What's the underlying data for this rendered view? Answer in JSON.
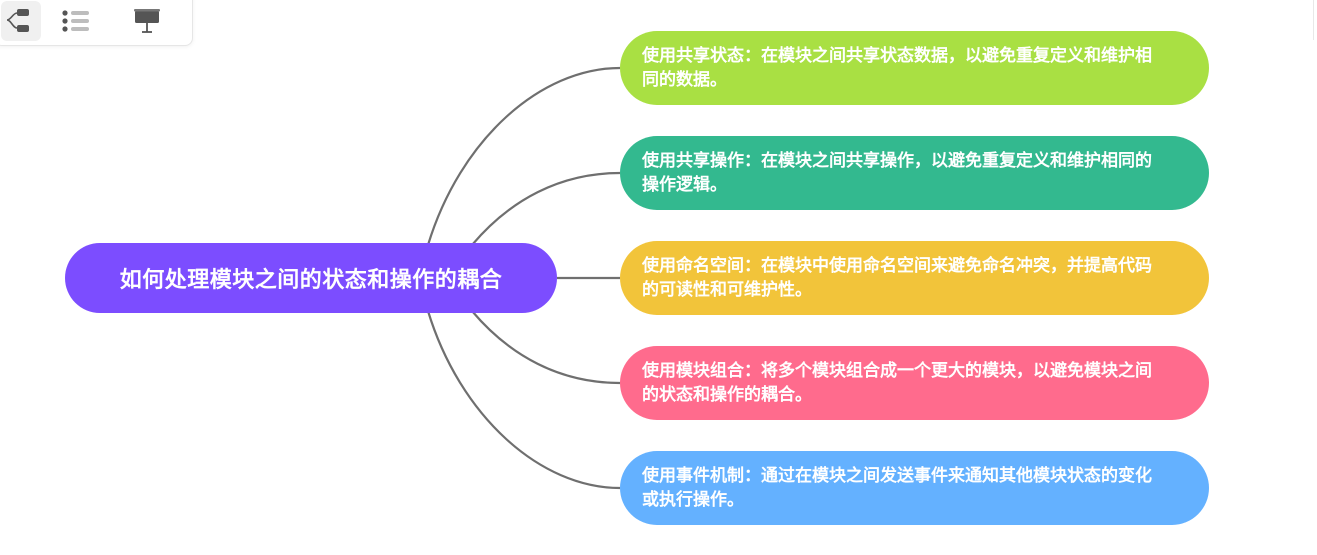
{
  "toolbar": {
    "buttons": [
      {
        "icon": "mindmap-icon",
        "active": true
      },
      {
        "icon": "outline-list-icon",
        "active": false
      },
      {
        "icon": "presentation-icon",
        "active": false
      }
    ]
  },
  "mindmap": {
    "root": {
      "text": "如何处理模块之间的状态和操作的耦合",
      "color": "#7c4dff"
    },
    "children": [
      {
        "text": "使用共享状态：在模块之间共享状态数据，以避免重复定义和维护相同的数据。",
        "color": "#a9e043"
      },
      {
        "text": "使用共享操作：在模块之间共享操作，以避免重复定义和维护相同的操作逻辑。",
        "color": "#33b98f"
      },
      {
        "text": "使用命名空间：在模块中使用命名空间来避免命名冲突，并提高代码的可读性和可维护性。",
        "color": "#f2c43a"
      },
      {
        "text": "使用模块组合：将多个模块组合成一个更大的模块，以避免模块之间的状态和操作的耦合。",
        "color": "#ff6b8d"
      },
      {
        "text": "使用事件机制：通过在模块之间发送事件来通知其他模块状态的变化或执行操作。",
        "color": "#64b1ff"
      }
    ],
    "link_color": "#6f6f6f"
  }
}
